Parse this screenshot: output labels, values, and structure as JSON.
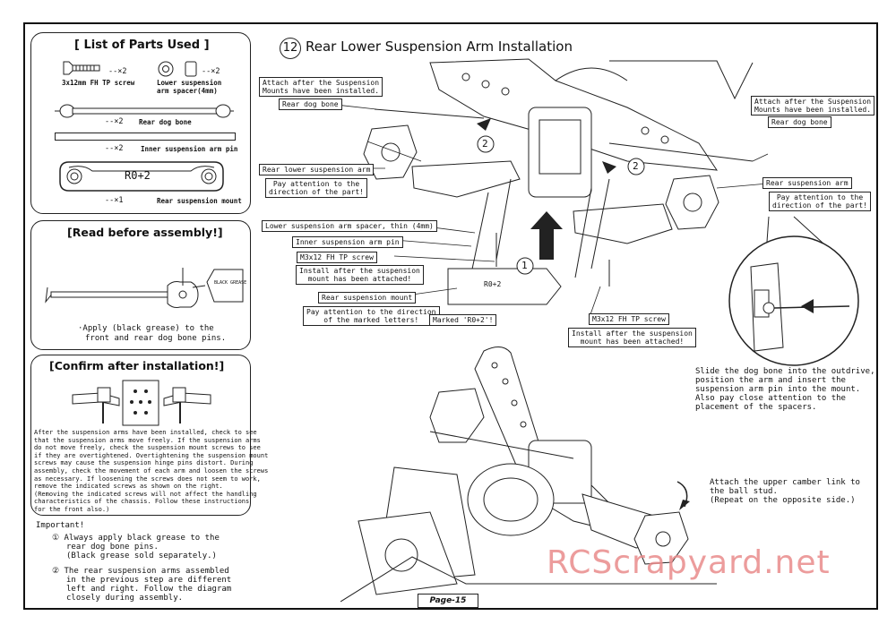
{
  "step": {
    "number": "12",
    "title": "Rear Lower Suspension Arm Installation"
  },
  "parts": {
    "heading": "[ List of Parts Used ]",
    "screw": {
      "qty": "--×2",
      "name": "3x12mm FH TP screw"
    },
    "spacer": {
      "qty": "--×2",
      "name_line1": "Lower suspension",
      "name_line2": "arm spacer(4mm)"
    },
    "dogbone": {
      "qty": "--×2",
      "name": "Rear dog bone"
    },
    "pin": {
      "qty": "--×2",
      "name": "Inner suspension arm pin"
    },
    "mount": {
      "marking": "R0+2",
      "qty": "--×1",
      "name": "Rear suspension mount"
    }
  },
  "read_before": {
    "heading": "[Read before assembly!]",
    "grease_label": "BLACK GREASE",
    "note_line1": "·Apply (black grease) to the",
    "note_line2": "front and rear dog bone pins."
  },
  "confirm": {
    "heading": "[Confirm after installation!]",
    "body": [
      "After the suspension arms have been installed, check to see",
      "that the suspension arms move freely. If the suspension arms",
      "do not move freely, check the suspension mount screws to see",
      "if they are overtightened. Overtightening the suspension mount",
      "screws may cause the suspension hinge pins distort. During",
      "assembly, check the movement of each arm and loosen the screws",
      "as necessary. If loosening the screws does not seem to work,",
      "remove the indicated screws as shown on the right.",
      "(Removing the indicated screws will not affect the handling",
      "characteristics of the chassis. Follow these instructions",
      "for the front also.)"
    ]
  },
  "important": {
    "heading": "Important!",
    "item1": [
      "① Always apply black grease to the",
      "rear dog bone pins.",
      "(Black grease sold separately.)"
    ],
    "item2": [
      "② The rear suspension arms assembled",
      "in the previous step are different",
      "left and right.  Follow the diagram",
      "closely during assembly."
    ]
  },
  "callouts": {
    "attach_left": [
      "Attach after the Suspension",
      "Mounts have been installed."
    ],
    "dogbone_left": "Rear dog bone",
    "arm_left": "Rear lower suspension arm",
    "direction_left": [
      "Pay attention to the",
      "direction of the part!"
    ],
    "spacer": "Lower suspension arm spacer, thin (4mm)",
    "pin": "Inner suspension arm pin",
    "screw_left": "M3x12 FH TP screw",
    "install_left": [
      "Install after the suspension",
      "mount has been attached!"
    ],
    "mount": "Rear suspension mount",
    "direction_mount": [
      "Pay attention to the direction",
      "of the marked letters!"
    ],
    "marked": "Marked 'R0+2'!",
    "mount_marking": "R0+2",
    "screw_right": "M3x12 FH TP screw",
    "install_right": [
      "Install after the suspension",
      "mount has been attached!"
    ],
    "attach_right": [
      "Attach after the Suspension",
      "Mounts have been installed."
    ],
    "dogbone_right": "Rear dog bone",
    "arm_right": "Rear suspension arm",
    "direction_right": [
      "Pay attention to the",
      "direction of the part!"
    ],
    "step_marks": [
      "1",
      "2",
      "2"
    ]
  },
  "slide_note": [
    "Slide the dog bone into the outdrive,",
    "position the arm and insert the",
    "suspension arm pin into the mount.",
    "Also pay close attention to the",
    "placement of the spacers."
  ],
  "camber_note": [
    "Attach the upper camber link to",
    "the ball stud.",
    "(Repeat on the opposite side.)"
  ],
  "page_label": "Page-15",
  "watermark": "RCScrapyard.net",
  "colors": {
    "ink": "#111111",
    "watermark": "#e98b8b"
  }
}
